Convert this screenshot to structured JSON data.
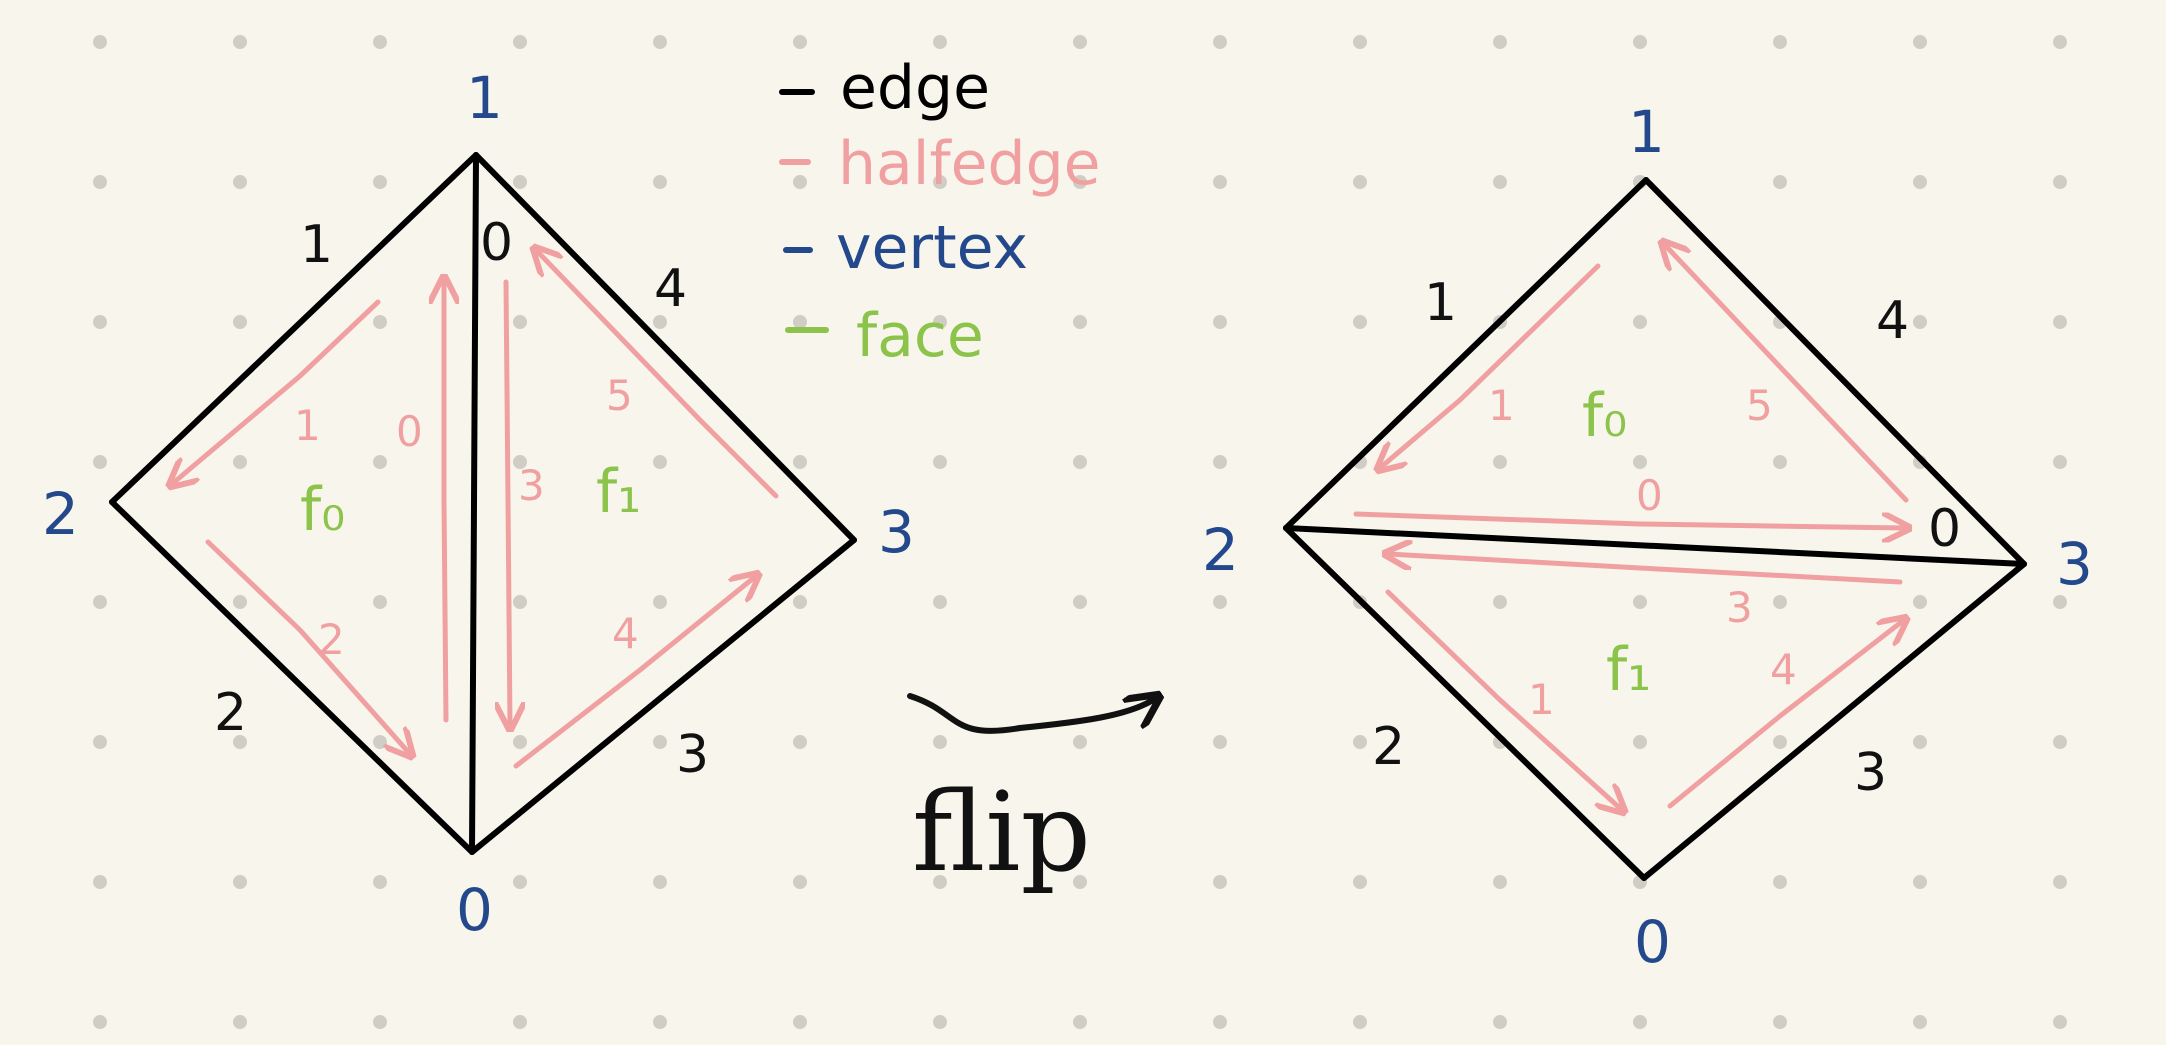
{
  "legend": [
    {
      "label": "edge",
      "color": "#000000"
    },
    {
      "label": "halfedge",
      "color": "#f0a0a0"
    },
    {
      "label": "vertex",
      "color": "#23498c"
    },
    {
      "label": "face",
      "color": "#8cc34a"
    }
  ],
  "action": {
    "label": "flip"
  },
  "left": {
    "vertices": [
      "1",
      "2",
      "3",
      "0"
    ],
    "edges": [
      "1",
      "0",
      "4",
      "2",
      "3"
    ],
    "halfedges": [
      "1",
      "0",
      "5",
      "3",
      "2",
      "4"
    ],
    "faces": [
      "f₀",
      "f₁"
    ]
  },
  "right": {
    "vertices": [
      "1",
      "2",
      "3",
      "0"
    ],
    "edges": [
      "1",
      "4",
      "0",
      "2",
      "3"
    ],
    "halfedges": [
      "1",
      "5",
      "0",
      "3",
      "1",
      "4"
    ],
    "faces": [
      "f₀",
      "f₁"
    ]
  },
  "colors": {
    "background": "#f8f6ec",
    "dots": "#cfcdc4",
    "edge": "#000000",
    "halfedge": "#f0a0a0",
    "vertex": "#23498c",
    "face": "#8cc34a"
  }
}
